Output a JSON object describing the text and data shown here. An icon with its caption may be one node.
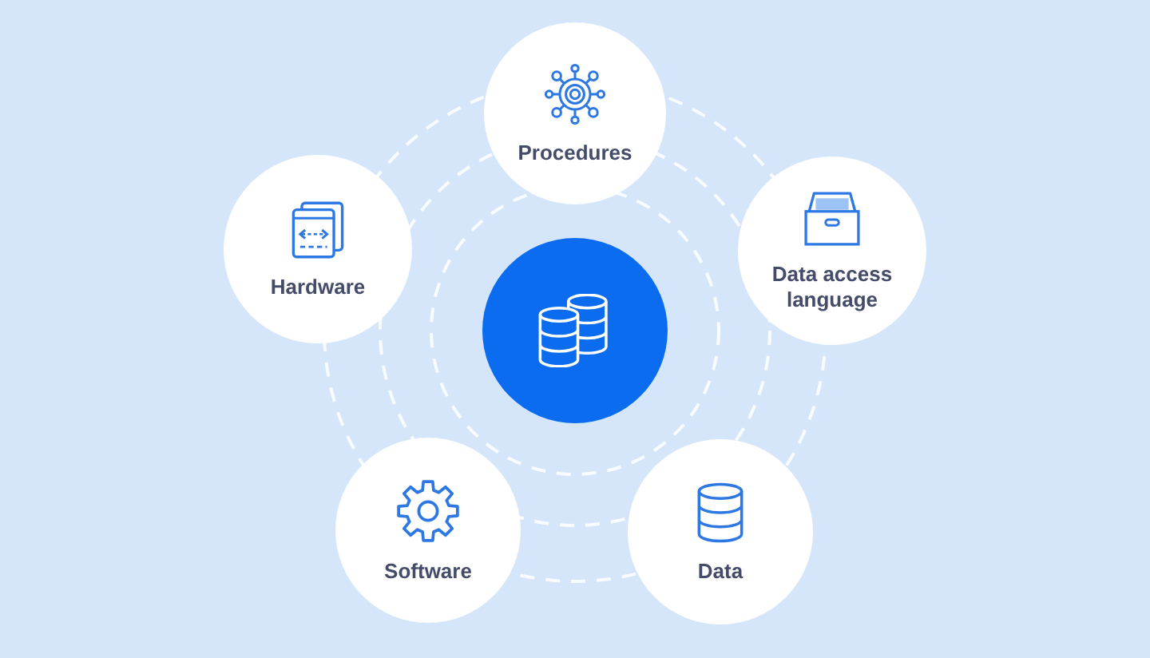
{
  "diagram": {
    "nodes": [
      {
        "text": [],
        "shape": "circle"
      },
      {
        "text": [
          "Procedures"
        ]
      },
      {
        "text": [
          "Data access language"
        ]
      },
      {
        "text": [
          "Data"
        ]
      },
      {
        "text": [
          "Software"
        ]
      },
      {
        "text": [
          "Hardware"
        ]
      }
    ]
  }
}
